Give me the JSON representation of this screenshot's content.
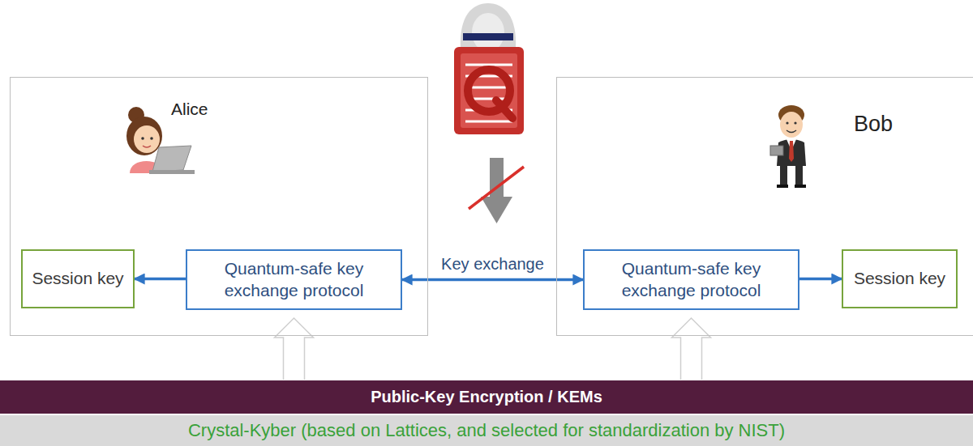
{
  "diagram": {
    "nodes": [
      {
        "text": [
          "Alice"
        ]
      },
      {
        "text": [
          "Session key"
        ],
        "in": 0
      },
      {
        "text": [
          "Quantum-safe key exchange protocol"
        ],
        "in": 0
      },
      {
        "text": [
          "Bob"
        ]
      },
      {
        "text": [
          "Quantum-safe key exchange protocol"
        ],
        "in": 3
      },
      {
        "text": [
          "Session key"
        ],
        "in": 3
      },
      {
        "text": [
          "Public-Key Encryption / KEMs"
        ]
      },
      {
        "text": [
          "Crystal-Kyber (based on Lattices, and selected for standardization by NIST)"
        ]
      }
    ],
    "edges": [
      {
        "from": 2,
        "to": 1,
        "arrow": "to"
      },
      {
        "from": 2,
        "to": 4,
        "label": "Key exchange",
        "arrow": "both"
      },
      {
        "from": 4,
        "to": 5,
        "arrow": "to"
      },
      {
        "from": 6,
        "to": 2,
        "arrow": "to"
      },
      {
        "from": 6,
        "to": 4,
        "arrow": "to"
      }
    ]
  }
}
